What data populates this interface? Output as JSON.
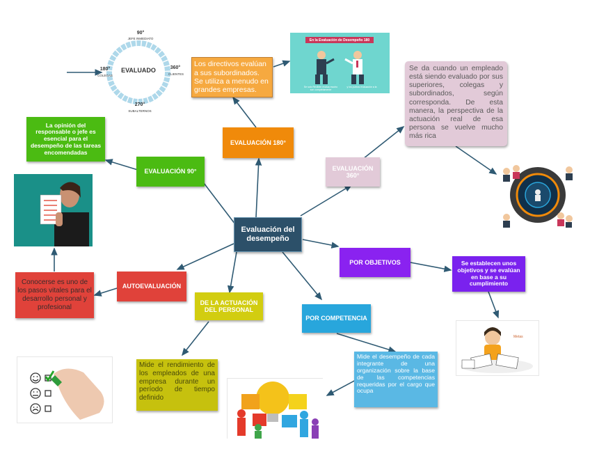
{
  "central": "Evaluación del desempeño",
  "nodes": {
    "e180": "EVALUACIÓN 180°",
    "e90": "EVALUACIÓN 90°",
    "e360": "EVALUACIÓN 360°",
    "auto": "AUTOEVALUACIÓN",
    "actuacion": "DE LA ACTUACIÓN DEL PERSONAL",
    "competencia": "POR COMPETENCIA",
    "objetivos": "POR OBJETIVOS"
  },
  "descriptions": {
    "e180": "Los directivos evalúan a sus subordinados. Se utiliza a menudo en grandes empresas.",
    "e90": "La opinión del responsable o jefe es esencial para el desempeño de las tareas encomendadas",
    "e360": "Se da cuando un empleado está siendo evaluado por sus superiores, colegas y subordinados, según corresponda. De esta manera, la perspectiva de la actuación real de esa persona se vuelve mucho más rica",
    "auto": "Conocerse es uno de los pasos vitales para el desarrollo personal y profesional",
    "actuacion": "Mide el rendimiento de los empleados de una empresa durante un período de tiempo definido",
    "competencia": "Mide el desempeño de cada integrante de una organización sobre la base de las competencias requeridas por el cargo que ocupa",
    "objetivos": "Se establecen unos objetivos y se evalúan en base a su cumplimiento"
  },
  "evaluado_diagram": {
    "center": "EVALUADO",
    "top_deg": "90°",
    "top_label": "JEFE INMEDIATO",
    "left_deg": "180°",
    "left_label": "COLEGAS",
    "right_deg": "360°",
    "right_label": "CLIENTES",
    "bottom_deg": "270°",
    "bottom_label": "SUBALTERNOS"
  },
  "image_180": {
    "title": "En la Evaluación de Desempeño 180",
    "caption_left": "Se solo Reciben evalua mucho son completamente",
    "caption_right": "y los puntos evaluación a la"
  },
  "image_objetivos": {
    "tag": "Metas"
  },
  "colors": {
    "central": "#2c5069",
    "e180": "#f08a0a",
    "e90": "#4bbb12",
    "e360": "#e2cad8",
    "auto": "#e0423a",
    "actuacion": "#d2cd10",
    "competencia": "#28a6dc",
    "objetivos": "#8a22f0",
    "desc180": "#f6a940",
    "desc360": "#e2cad8",
    "descAuto": "#e0423a",
    "descActuacion": "#c6c10e",
    "descCompetencia": "#5ab8e4",
    "descObjetivos": "#7a22ee",
    "arrow": "#2f5a73",
    "ring": "#aed8ea"
  }
}
